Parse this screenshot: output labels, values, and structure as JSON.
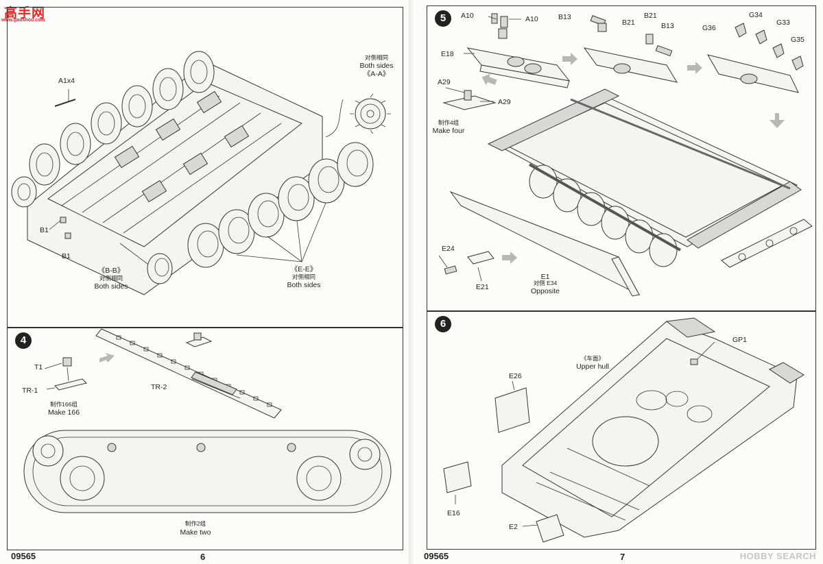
{
  "left_page": {
    "logo_text": "高手网",
    "logo_sub": "www.gaoshou.com",
    "step_badge": "4",
    "footer_code": "09565",
    "footer_page": "6",
    "step3_labels": {
      "a1x4": "A1x4",
      "aa_cn": "对侧相同",
      "aa_en": "Both sides",
      "aa_tag": "《A-A》",
      "b1_top": "B1",
      "b1_bottom": "B1",
      "bb_tag": "《B-B》",
      "bb_cn": "对侧相同",
      "bb_en": "Both sides",
      "ee_tag": "《E-E》",
      "ee_cn": "对侧相同",
      "ee_en": "Both sides"
    },
    "step4_labels": {
      "t1": "T1",
      "tr1": "TR-1",
      "make166_cn": "制作166组",
      "make166_en": "Make 166",
      "tr2": "TR-2",
      "maketwo_cn": "制作2组",
      "maketwo_en": "Make two"
    }
  },
  "right_page": {
    "step5_badge": "5",
    "step6_badge": "6",
    "footer_code": "09565",
    "footer_page": "7",
    "watermark": "HOBBY SEARCH",
    "step5_labels": {
      "a10_left": "A10",
      "a10_right": "A10",
      "e18": "E18",
      "a29_left": "A29",
      "a29_right": "A29",
      "makefour_cn": "制作4组",
      "makefour_en": "Make four",
      "b13_left": "B13",
      "b21_top": "B21",
      "b21_left": "B21",
      "b13_right": "B13",
      "g34": "G34",
      "g33": "G33",
      "g36": "G36",
      "g35": "G35",
      "e24": "E24",
      "e21": "E21",
      "e1": "E1",
      "opp_cn": "对侧 E34",
      "opp_en": "Opposite"
    },
    "step6_labels": {
      "gp1": "GP1",
      "upper_cn": "《车面》",
      "upper_en": "Upper hull",
      "e26": "E26",
      "e16": "E16",
      "e2": "E2"
    }
  },
  "colors": {
    "line": "#333333",
    "badge": "#222222",
    "logo": "#ee2222",
    "watermark": "#c6c6c6"
  }
}
